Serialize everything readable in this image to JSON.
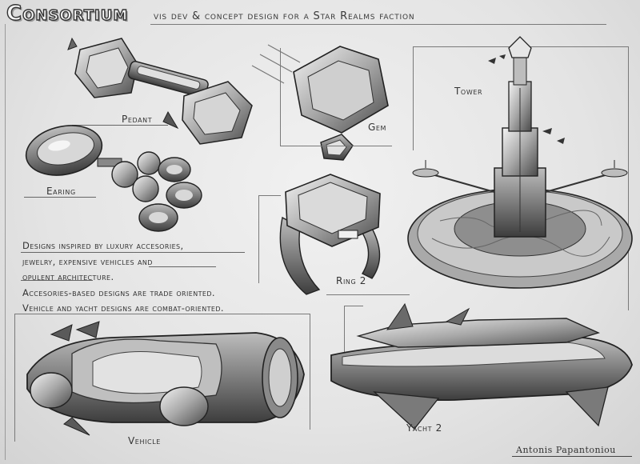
{
  "header": {
    "title": "Consortium",
    "subtitle": "vis dev & concept design for a Star Realms faction"
  },
  "labels": {
    "pedant": "Pedant",
    "gem": "Gem",
    "tower": "Tower",
    "earing": "Earing",
    "ring2": "Ring 2",
    "vehicle": "Vehicle",
    "yacht2": "Yacht 2"
  },
  "notes": [
    "Designs inspired by luxury accesories,",
    "jewelry, expensive vehicles and",
    "opulent architecture.",
    "Accesories-based designs are trade oriented.",
    "Vehicle and yacht designs are combat-oriented."
  ],
  "signature": "Antonis Papantoniou"
}
